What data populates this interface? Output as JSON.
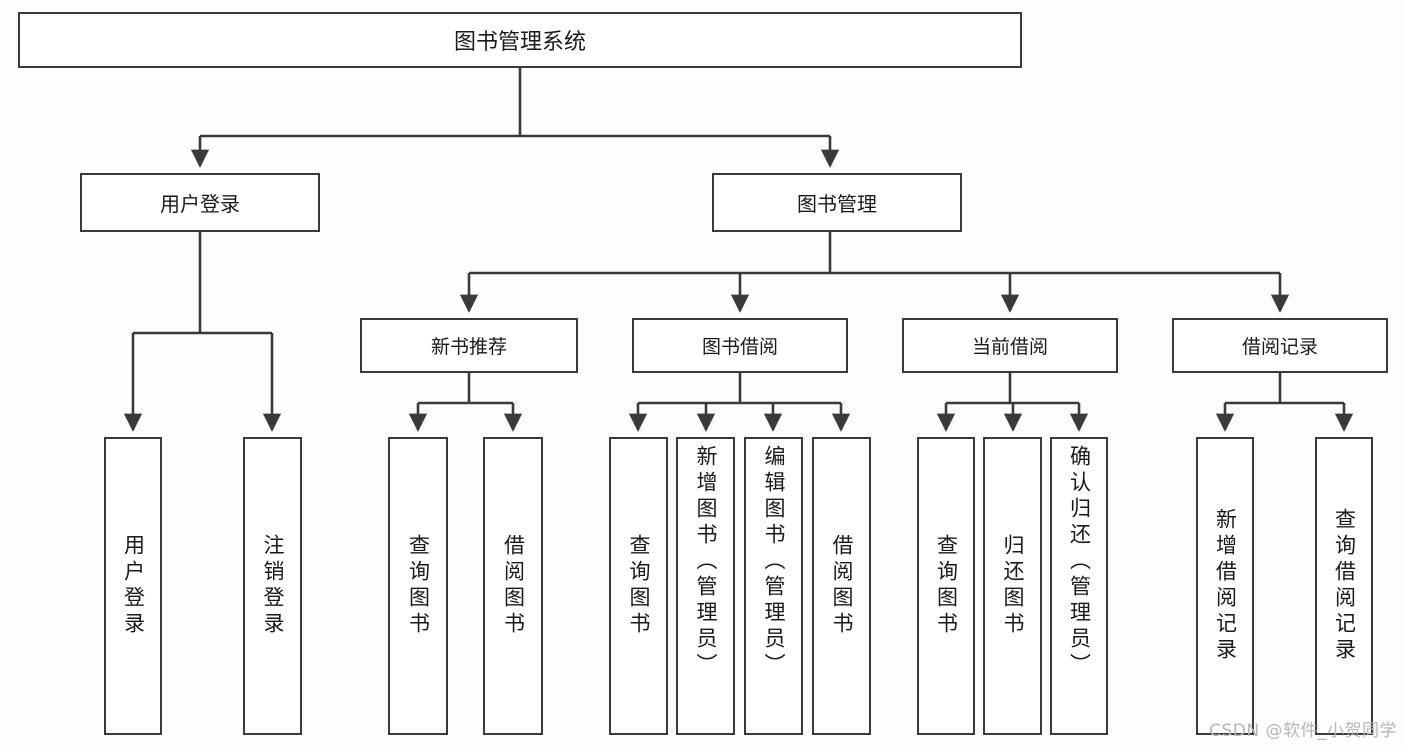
{
  "diagram": {
    "title": "图书管理系统",
    "type": "hierarchical-tree",
    "root": {
      "id": "root",
      "label": "图书管理系统"
    },
    "level2": [
      {
        "id": "user-login",
        "label": "用户登录"
      },
      {
        "id": "book-management",
        "label": "图书管理"
      }
    ],
    "level3": [
      {
        "id": "new-book-recommend",
        "label": "新书推荐",
        "parent": "book-management"
      },
      {
        "id": "book-borrow",
        "label": "图书借阅",
        "parent": "book-management"
      },
      {
        "id": "current-borrow",
        "label": "当前借阅",
        "parent": "book-management"
      },
      {
        "id": "borrow-record",
        "label": "借阅记录",
        "parent": "book-management"
      }
    ],
    "leaves": [
      {
        "id": "leaf-user-login",
        "label": "用户登录",
        "parent": "user-login"
      },
      {
        "id": "leaf-logout-login",
        "label": "注销登录",
        "parent": "user-login"
      },
      {
        "id": "leaf-query-book-1",
        "label": "查询图书",
        "parent": "new-book-recommend"
      },
      {
        "id": "leaf-borrow-book-1",
        "label": "借阅图书",
        "parent": "new-book-recommend"
      },
      {
        "id": "leaf-query-book-2",
        "label": "查询图书",
        "parent": "book-borrow"
      },
      {
        "id": "leaf-add-book",
        "label": "新增图书（管理员）",
        "parent": "book-borrow"
      },
      {
        "id": "leaf-edit-book",
        "label": "编辑图书（管理员）",
        "parent": "book-borrow"
      },
      {
        "id": "leaf-borrow-book-2",
        "label": "借阅图书",
        "parent": "book-borrow"
      },
      {
        "id": "leaf-query-book-3",
        "label": "查询图书",
        "parent": "current-borrow"
      },
      {
        "id": "leaf-return-book",
        "label": "归还图书",
        "parent": "current-borrow"
      },
      {
        "id": "leaf-confirm-return",
        "label": "确认归还（管理员）",
        "parent": "current-borrow"
      },
      {
        "id": "leaf-add-record",
        "label": "新增借阅记录",
        "parent": "borrow-record"
      },
      {
        "id": "leaf-query-record",
        "label": "查询借阅记录",
        "parent": "borrow-record"
      }
    ],
    "watermark": "CSDN @软件_小贺同学",
    "colors": {
      "box_border": "#3a3a3a",
      "box_fill": "#ffffff",
      "connector": "#3a3a3a",
      "text": "#1a1a1a",
      "background": "#fdfdfd",
      "watermark": "#b6b6b6"
    }
  }
}
